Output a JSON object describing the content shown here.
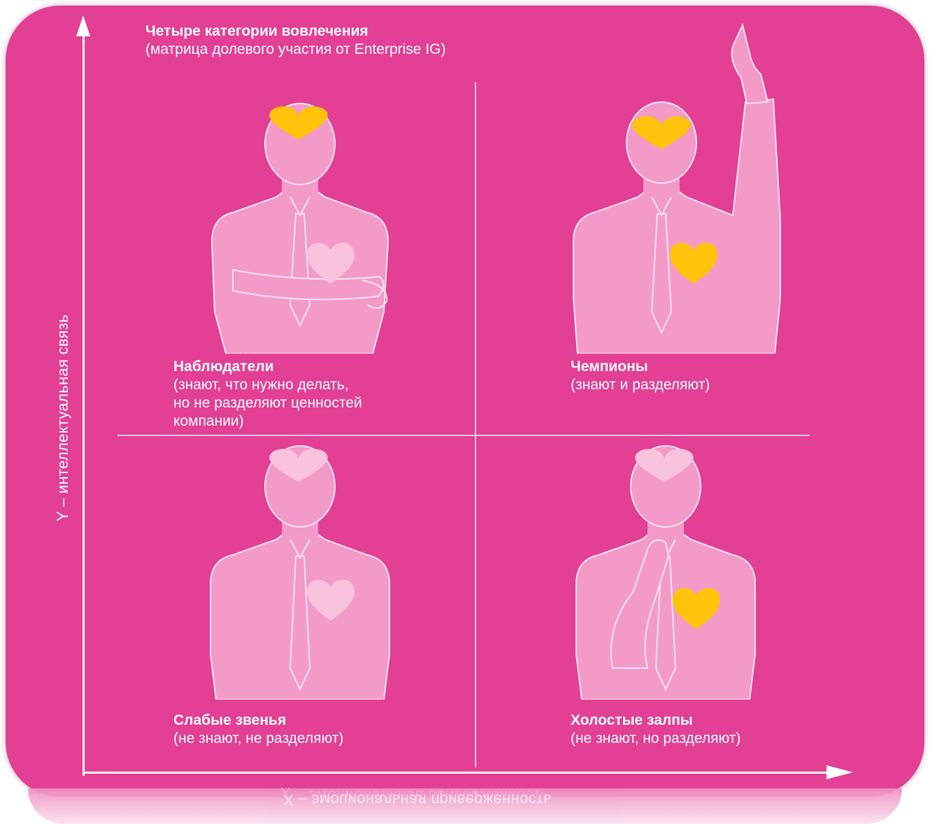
{
  "diagram": {
    "title": "Четыре категории вовлечения",
    "subtitle": "(матрица долевого участия от Enterprise IG)",
    "x_axis_label": "X – эмоциональная приверженность",
    "y_axis_label": "Y – интеллектуальная связь",
    "quadrants": [
      {
        "title": "Наблюдатели",
        "description": "(знают, что нужно делать,\nно не разделяют ценностей\nкомпании)",
        "brain": "yellow",
        "heart": "pale"
      },
      {
        "title": "Чемпионы",
        "description": "(знают и разделяют)",
        "brain": "yellow",
        "heart": "yellow"
      },
      {
        "title": "Слабые звенья",
        "description": "(не знают, не разделяют)",
        "brain": "pale",
        "heart": "pale"
      },
      {
        "title": "Холостые залпы",
        "description": "(не знают, но разделяют)",
        "brain": "pale",
        "heart": "yellow"
      }
    ]
  },
  "colors": {
    "background": "#e23f95",
    "figure": "#f39ac9",
    "figure_outline": "#ffe4f1",
    "highlight": "#fcc30a",
    "pale": "#f9c3de"
  }
}
